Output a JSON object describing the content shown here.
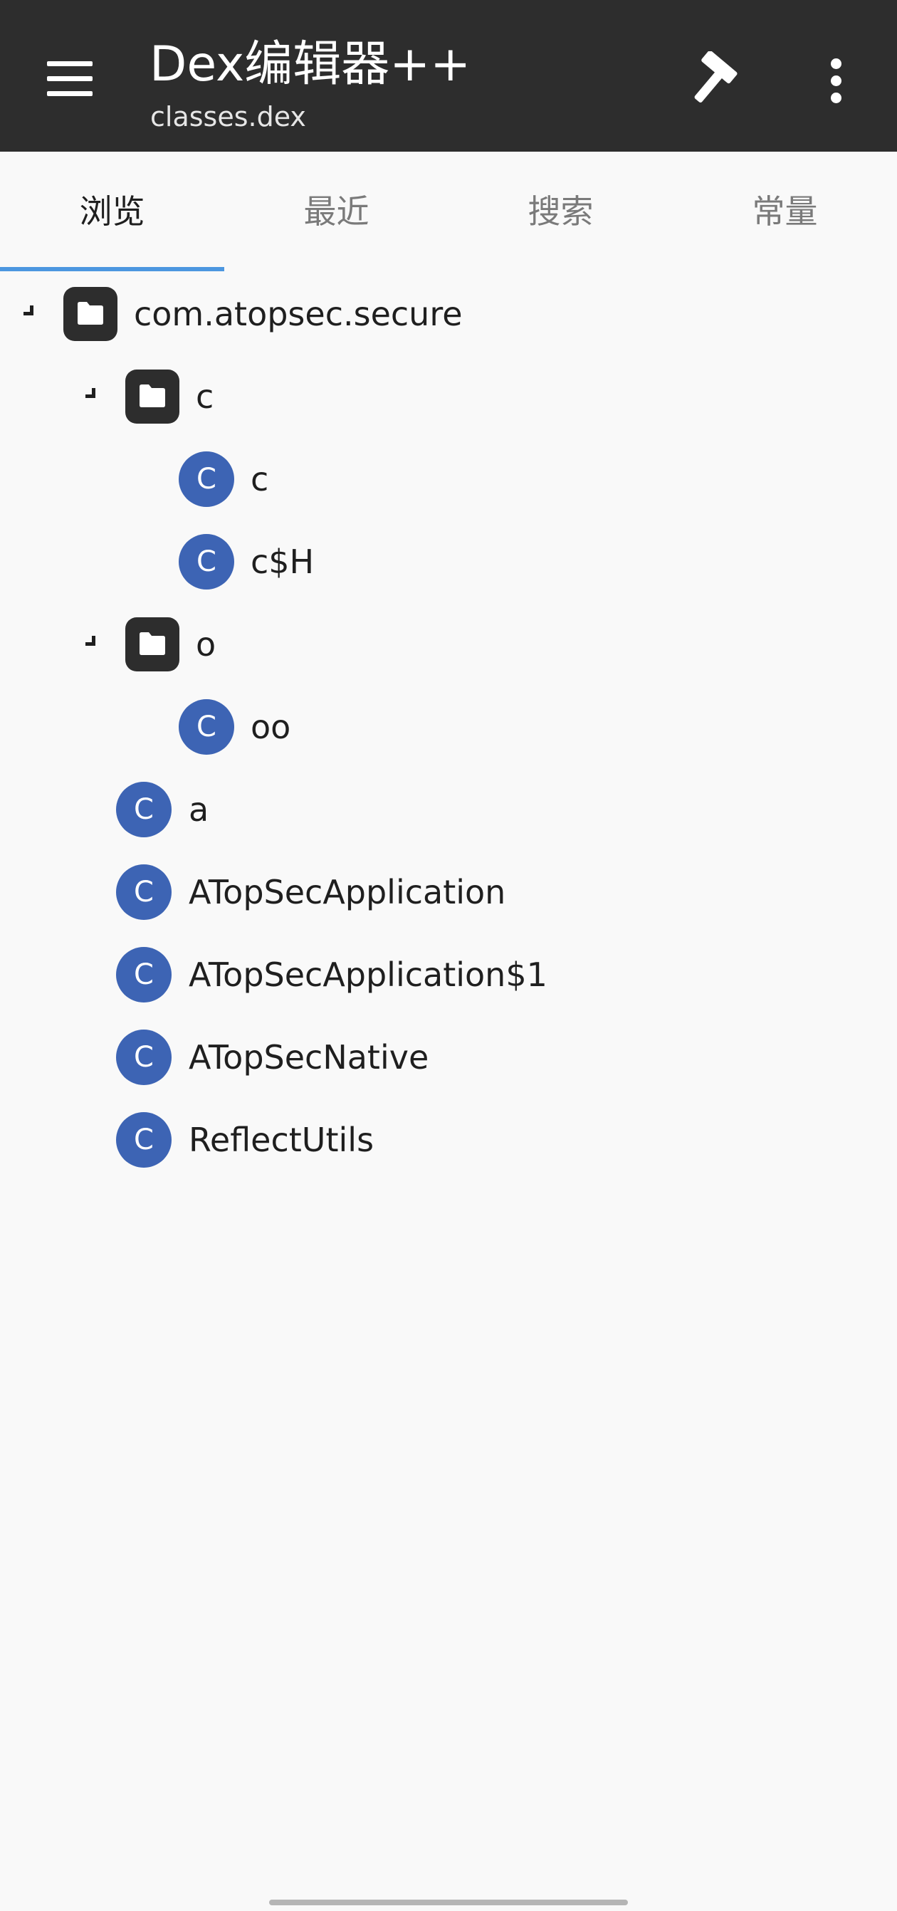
{
  "appbar": {
    "title": "Dex编辑器++",
    "subtitle": "classes.dex",
    "menu_icon": "hamburger-menu-icon",
    "build_icon": "hammer-icon",
    "more_icon": "more-vert-icon",
    "background_color": "#2d2d2d"
  },
  "tabs": [
    {
      "label": "浏览",
      "active": true
    },
    {
      "label": "最近",
      "active": false
    },
    {
      "label": "搜索",
      "active": false
    },
    {
      "label": "常量",
      "active": false
    }
  ],
  "accent_color": "#4c97e0",
  "class_icon_color": "#3d64b4",
  "tree": [
    {
      "type": "package",
      "label": "com.atopsec.secure",
      "icon": "folder-icon",
      "depth": 0
    },
    {
      "type": "package",
      "label": "c",
      "icon": "folder-icon",
      "depth": 1
    },
    {
      "type": "class",
      "label": "c",
      "icon_letter": "C",
      "depth": 2
    },
    {
      "type": "class",
      "label": "c$H",
      "icon_letter": "C",
      "depth": 2
    },
    {
      "type": "package",
      "label": "o",
      "icon": "folder-icon",
      "depth": 1
    },
    {
      "type": "class",
      "label": "oo",
      "icon_letter": "C",
      "depth": 2
    },
    {
      "type": "class",
      "label": "a",
      "icon_letter": "C",
      "depth": 1
    },
    {
      "type": "class",
      "label": "ATopSecApplication",
      "icon_letter": "C",
      "depth": 1
    },
    {
      "type": "class",
      "label": "ATopSecApplication$1",
      "icon_letter": "C",
      "depth": 1
    },
    {
      "type": "class",
      "label": "ATopSecNative",
      "icon_letter": "C",
      "depth": 1
    },
    {
      "type": "class",
      "label": "ReflectUtils",
      "icon_letter": "C",
      "depth": 1
    }
  ]
}
